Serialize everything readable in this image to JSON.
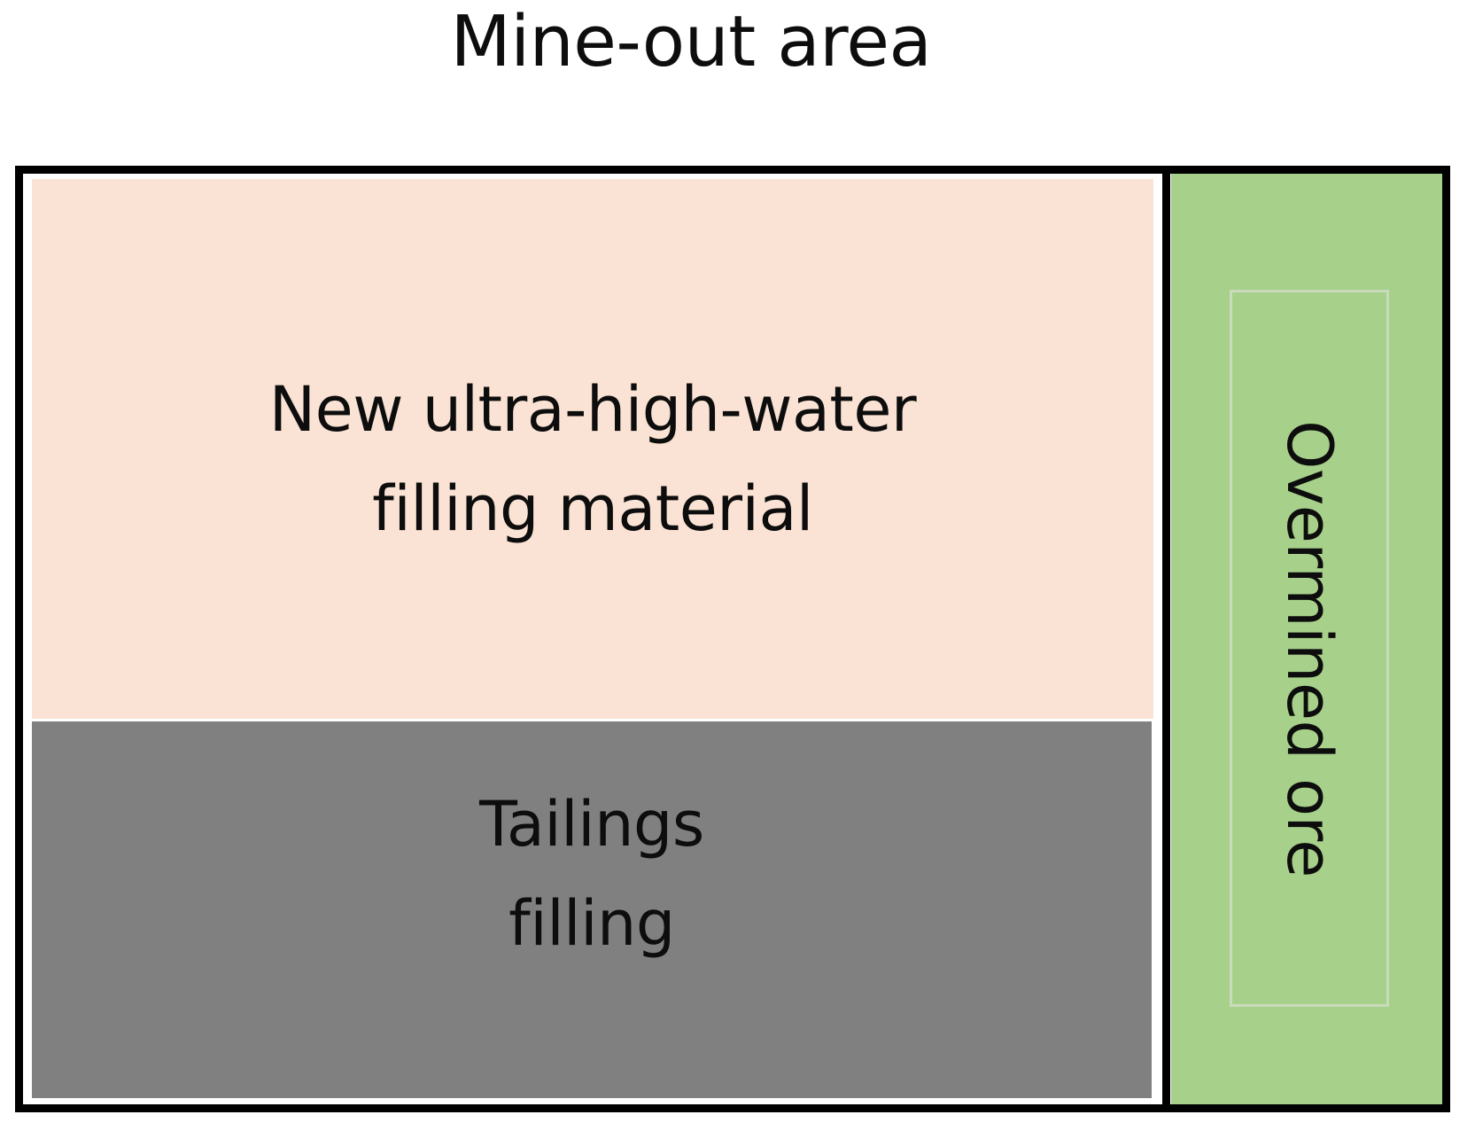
{
  "diagram": {
    "title": "Mine-out area",
    "zones": [
      {
        "id": "new-ultra-high-water-filling-material",
        "line1": "New ultra-high-water",
        "line2": "filling material",
        "color": "#fae3d4"
      },
      {
        "id": "tailings-filling",
        "line1": "Tailings",
        "line2": "filling",
        "color": "#808080"
      },
      {
        "id": "overmined-ore",
        "label": "Overmined ore",
        "color": "#a7d08a",
        "inner_box_border_color": "#c9dbbc"
      }
    ],
    "frame_color": "#000000",
    "background_color": "#ffffff",
    "text_color": "#0d0d0d"
  }
}
